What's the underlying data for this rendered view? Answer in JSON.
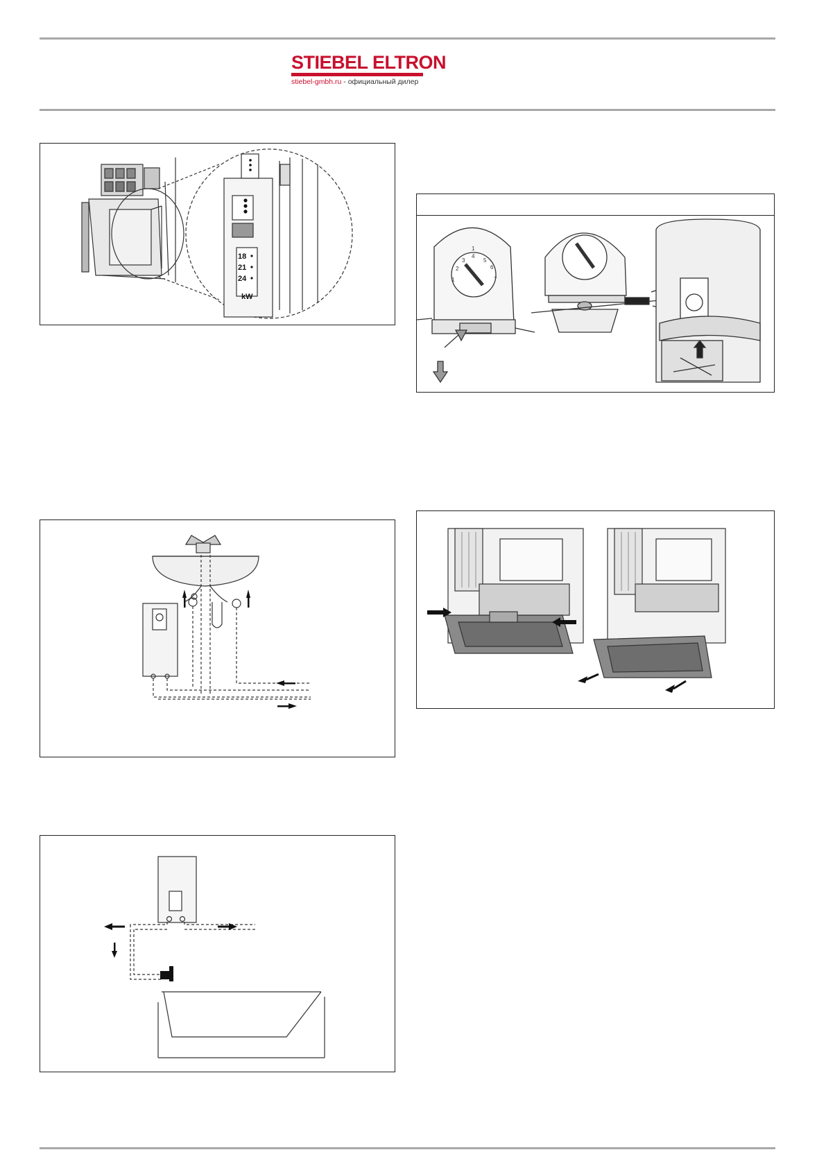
{
  "header": {
    "brand": "STIEBEL ELTRON",
    "dealer_url": "stiebel-gmbh.ru",
    "dealer_separator": " - ",
    "dealer_text": "официальный дилер"
  },
  "figures": {
    "power_selector": {
      "dial_numbers": [
        "18",
        "21",
        "24"
      ],
      "unit": "kW"
    },
    "cover_removal": {
      "caption": "",
      "dial_scale": [
        "1",
        "2",
        "3",
        "4",
        "5",
        "6",
        "7",
        "1"
      ]
    },
    "sink_connection": {},
    "inner_unit_removal": {},
    "bath_connection": {}
  },
  "colors": {
    "brand_red": "#c8102e",
    "rule_gray": "#a8a8a8"
  }
}
